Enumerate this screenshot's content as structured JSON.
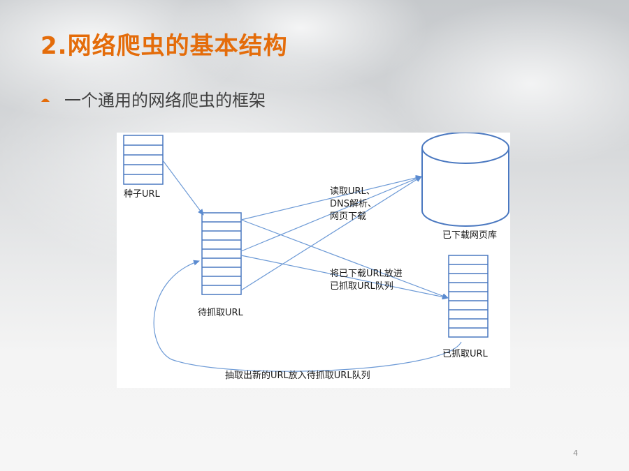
{
  "slide": {
    "title": "2.网络爬虫的基本结构",
    "bullet": "一个通用的网络爬虫的框架",
    "page_number": "4",
    "accent_color": "#e46c0a",
    "bullet_icon": "orange-arc-bullet-icon"
  },
  "diagram": {
    "seed_label": "种子URL",
    "pending_label": "待抓取URL",
    "downloaded_db_label": "已下载网页库",
    "crawled_label": "已抓取URL",
    "read_step_lines": [
      "读取URL、",
      "DNS解析、",
      "网页下载"
    ],
    "enqueue_step_lines": [
      "将已下载URL放进",
      "已抓取URL队列"
    ],
    "extract_step": "抽取出新的URL放入待抓取URL队列",
    "line_color": "#6d9ad6"
  }
}
